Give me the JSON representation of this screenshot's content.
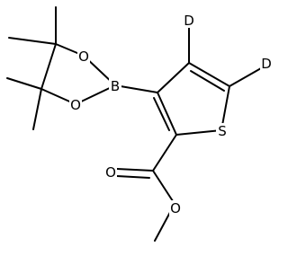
{
  "atoms": {
    "boron": "B",
    "oxygen_upper": "O",
    "oxygen_lower": "O",
    "deuterium_4": "D",
    "deuterium_5": "D",
    "sulfur": "S",
    "oxygen_carbonyl": "O",
    "oxygen_ester": "O"
  }
}
